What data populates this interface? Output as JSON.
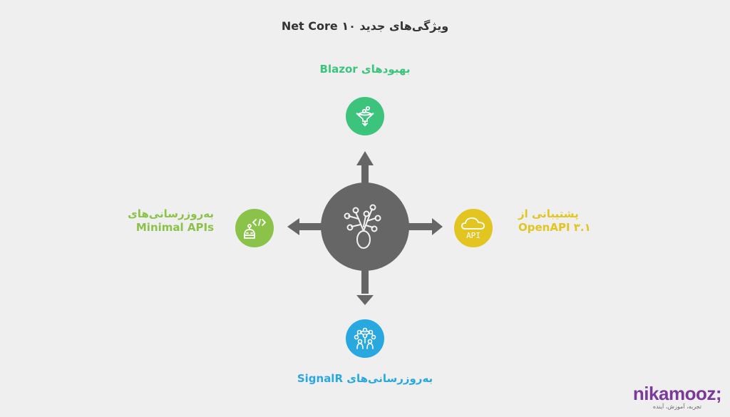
{
  "title": "ویژگی‌های جدید Net Core ۱۰",
  "colors": {
    "background": "#efefef",
    "center": "#666666",
    "top": "#3cc47c",
    "left": "#8bc34a",
    "right": "#e2c521",
    "bottom": "#29a8e0",
    "logo": "#7a3a9a"
  },
  "center": {
    "icon": "tree-network-icon"
  },
  "nodes": {
    "top": {
      "label": "بهبودهای Blazor",
      "icon": "funnel-icon",
      "color": "#3cc47c"
    },
    "left": {
      "label_line1": "به‌روزرسانی‌های",
      "label_line2": "Minimal APIs",
      "icon": "robot-code-icon",
      "color": "#8bc34a"
    },
    "right": {
      "label_line1": "پشتیبانی از",
      "label_line2": "OpenAPI ۳.۱",
      "icon": "cloud-api-icon",
      "color": "#e2c521"
    },
    "bottom": {
      "label": "به‌روزرسانی‌های SignalR",
      "icon": "network-people-icon",
      "color": "#29a8e0"
    }
  },
  "logo": {
    "name": "nikamooz;",
    "tagline": "تجربه، آموزش، آینده"
  }
}
